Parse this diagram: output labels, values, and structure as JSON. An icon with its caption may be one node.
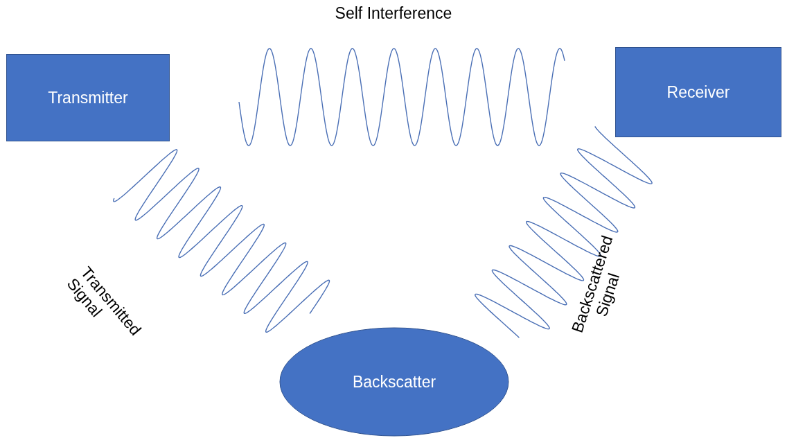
{
  "diagram": {
    "nodes": [
      {
        "text": [
          "Transmitter"
        ]
      },
      {
        "text": [
          "Receiver"
        ]
      },
      {
        "text": [
          "Backscatter"
        ]
      }
    ],
    "labels": [
      "Self Interference",
      "Transmitted Signal",
      "Backscattered Signal"
    ]
  }
}
